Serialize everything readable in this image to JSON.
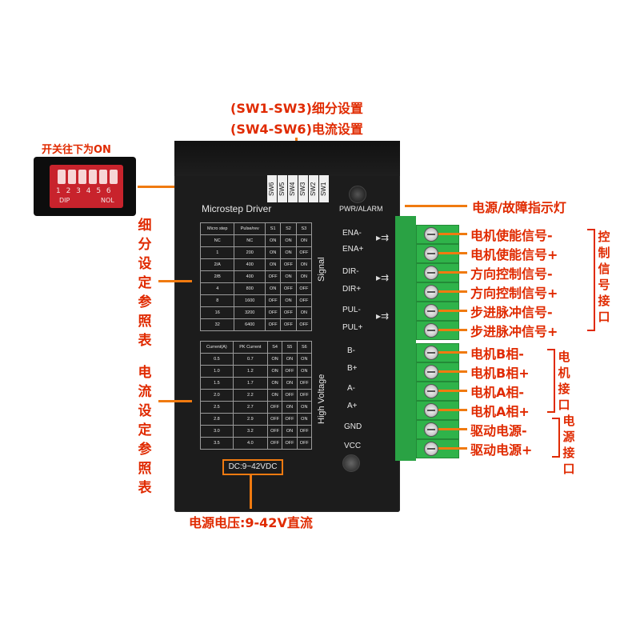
{
  "annotations": {
    "sw_micro": "(SW1-SW3)细分设置",
    "sw_current": "(SW4-SW6)电流设置",
    "dip_hint": "开关往下为ON",
    "indicator": "电源/故障指示灯",
    "power_supply": "电源电压:9-42V直流",
    "micro_table_label": [
      "细",
      "分",
      "设",
      "定",
      "参",
      "照",
      "表"
    ],
    "current_table_label": [
      "电",
      "流",
      "设",
      "定",
      "参",
      "照",
      "表"
    ],
    "signal_group": [
      "控",
      "制",
      "信",
      "号",
      "接",
      "口"
    ],
    "motor_group": [
      "电",
      "机",
      "接",
      "口"
    ],
    "power_group": [
      "电",
      "源",
      "接",
      "口"
    ]
  },
  "terminals": [
    {
      "pin": "ENA-",
      "label": "电机使能信号-"
    },
    {
      "pin": "ENA+",
      "label": "电机使能信号+"
    },
    {
      "pin": "DIR-",
      "label": "方向控制信号-"
    },
    {
      "pin": "DIR+",
      "label": "方向控制信号+"
    },
    {
      "pin": "PUL-",
      "label": "步进脉冲信号-"
    },
    {
      "pin": "PUL+",
      "label": "步进脉冲信号+"
    },
    {
      "pin": "B-",
      "label": "电机B相-"
    },
    {
      "pin": "B+",
      "label": "电机B相+"
    },
    {
      "pin": "A-",
      "label": "电机A相-"
    },
    {
      "pin": "A+",
      "label": "电机A相+"
    },
    {
      "pin": "GND",
      "label": "驱动电源-"
    },
    {
      "pin": "VCC",
      "label": "驱动电源+"
    }
  ],
  "device": {
    "title": "Microstep Driver",
    "pwr_alarm": "PWR/ALARM",
    "signal": "Signal",
    "high_voltage": "High Voltage",
    "dc_range": "DC:9~42VDC",
    "switch_labels": [
      "SW6",
      "SW5",
      "SW4",
      "SW3",
      "SW2",
      "SW1"
    ]
  },
  "dip": {
    "numbers": "1 2 3 4 5 6",
    "dip_text": "DIP",
    "nol_text": "NOL"
  },
  "micro_table": {
    "headers": [
      "Micro step",
      "Pulse/rev",
      "S1",
      "S2",
      "S3"
    ],
    "rows": [
      [
        "NC",
        "NC",
        "ON",
        "ON",
        "ON"
      ],
      [
        "1",
        "200",
        "ON",
        "ON",
        "OFF"
      ],
      [
        "2/A",
        "400",
        "ON",
        "OFF",
        "ON"
      ],
      [
        "2/B",
        "400",
        "OFF",
        "ON",
        "ON"
      ],
      [
        "4",
        "800",
        "ON",
        "OFF",
        "OFF"
      ],
      [
        "8",
        "1600",
        "OFF",
        "ON",
        "OFF"
      ],
      [
        "16",
        "3200",
        "OFF",
        "OFF",
        "ON"
      ],
      [
        "32",
        "6400",
        "OFF",
        "OFF",
        "OFF"
      ]
    ]
  },
  "current_table": {
    "headers": [
      "Current(A)",
      "PK Current",
      "S4",
      "S5",
      "S6"
    ],
    "rows": [
      [
        "0.5",
        "0.7",
        "ON",
        "ON",
        "ON"
      ],
      [
        "1.0",
        "1.2",
        "ON",
        "OFF",
        "ON"
      ],
      [
        "1.5",
        "1.7",
        "ON",
        "ON",
        "OFF"
      ],
      [
        "2.0",
        "2.2",
        "ON",
        "OFF",
        "OFF"
      ],
      [
        "2.5",
        "2.7",
        "OFF",
        "ON",
        "ON"
      ],
      [
        "2.8",
        "2.9",
        "OFF",
        "OFF",
        "ON"
      ],
      [
        "3.0",
        "3.2",
        "OFF",
        "ON",
        "OFF"
      ],
      [
        "3.5",
        "4.0",
        "OFF",
        "OFF",
        "OFF"
      ]
    ]
  }
}
